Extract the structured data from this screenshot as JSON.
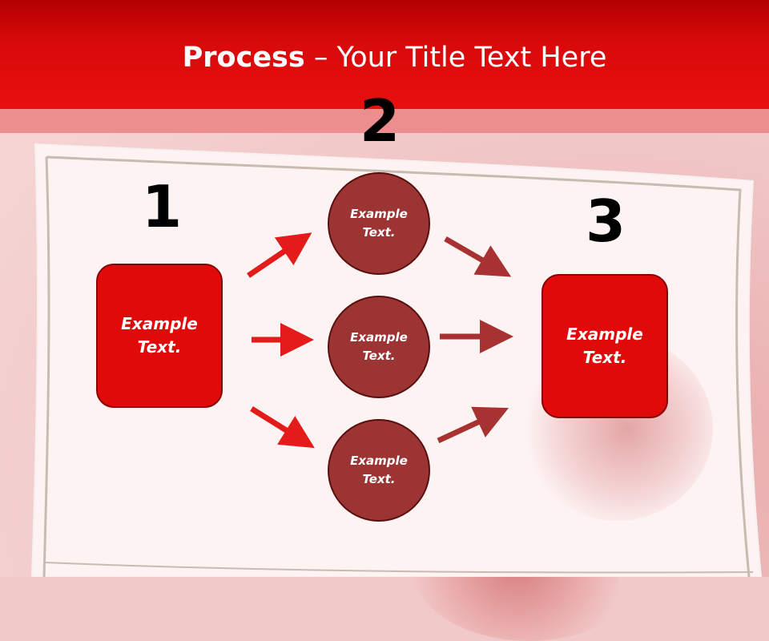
{
  "title": {
    "bold": "Process",
    "rest": " – Your Title Text Here"
  },
  "steps": [
    {
      "number": "1",
      "label_line1": "Example",
      "label_line2": "Text."
    },
    {
      "number": "2",
      "circles": [
        {
          "line1": "Example",
          "line2": "Text."
        },
        {
          "line1": "Example",
          "line2": "Text."
        },
        {
          "line1": "Example",
          "line2": "Text."
        }
      ]
    },
    {
      "number": "3",
      "label_line1": "Example",
      "label_line2": "Text."
    }
  ],
  "colors": {
    "red": "#e00a0a",
    "dark_red_circle": "#9c3434",
    "arrow_left": "#e41b1b",
    "arrow_right": "#a83232",
    "header": "#d90a0a"
  }
}
